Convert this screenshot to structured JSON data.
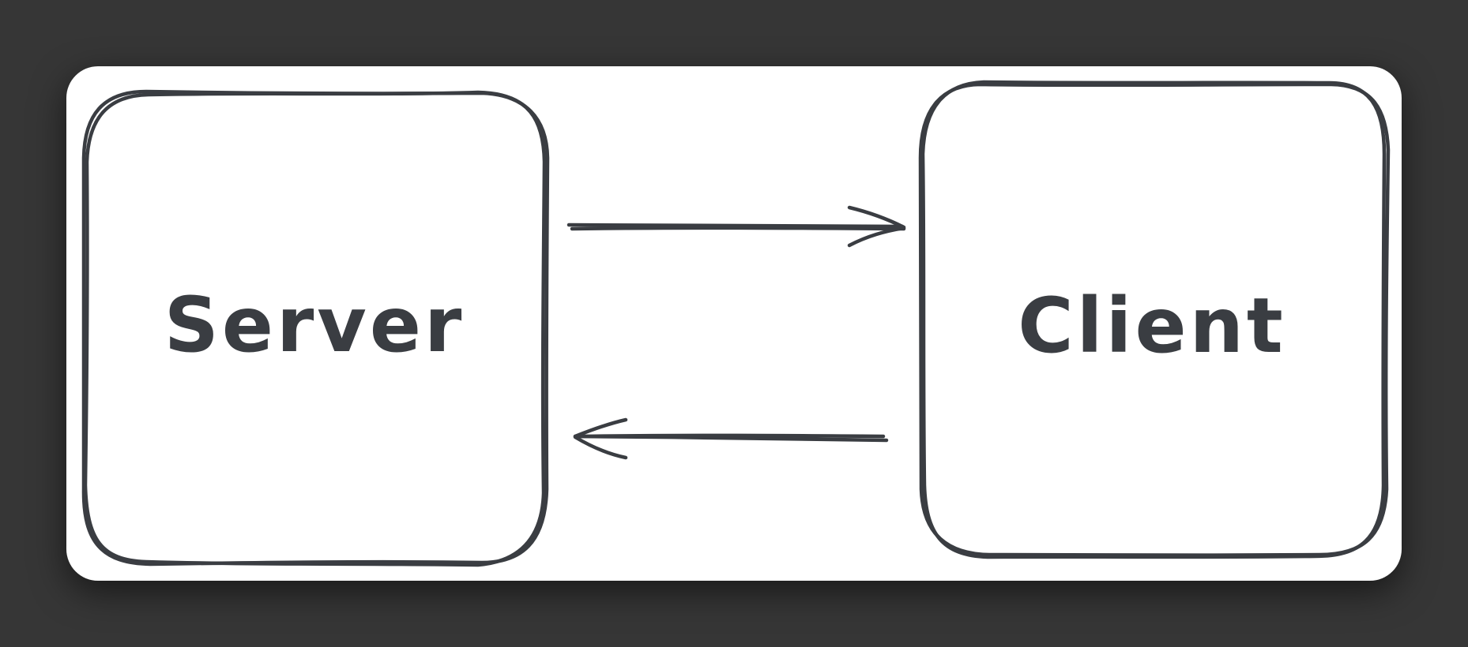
{
  "diagram": {
    "nodes": [
      {
        "id": "server",
        "label": "Server"
      },
      {
        "id": "client",
        "label": "Client"
      }
    ],
    "edges": [
      {
        "from": "server",
        "to": "client"
      },
      {
        "from": "client",
        "to": "server"
      }
    ],
    "colors": {
      "background": "#363636",
      "canvas": "#ffffff",
      "stroke": "#3a3d42"
    }
  }
}
